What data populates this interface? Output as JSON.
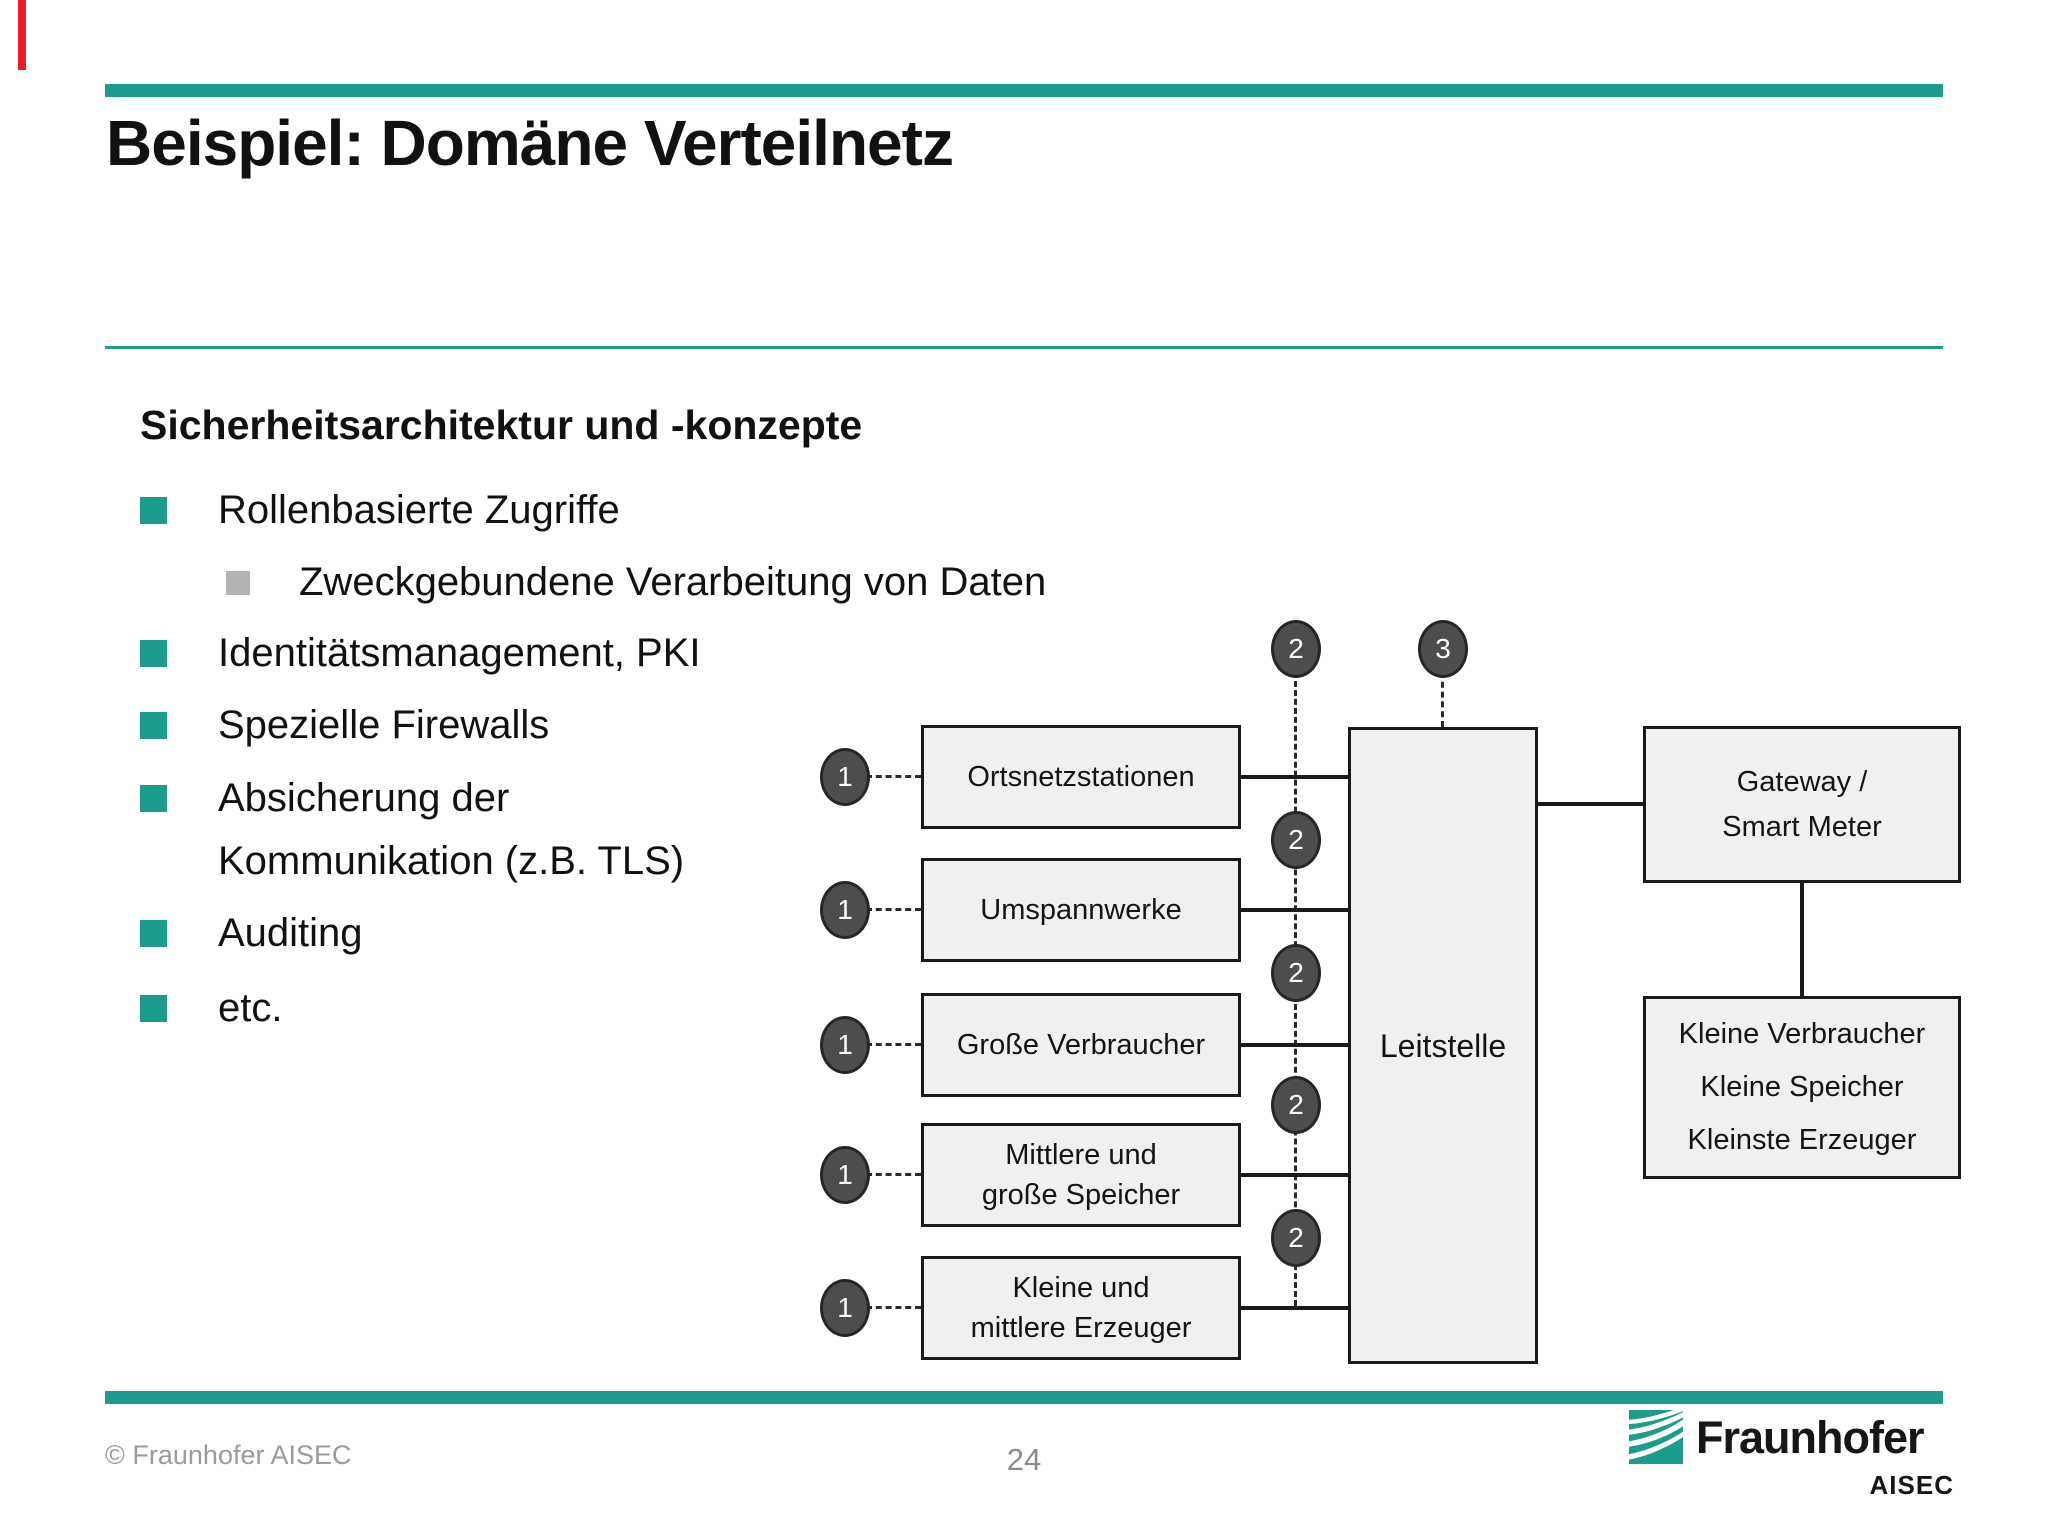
{
  "slide": {
    "title": "Beispiel: Domäne Verteilnetz",
    "footer": {
      "copyright": "© Fraunhofer AISEC",
      "page_number": "24",
      "logo_brand": "Fraunhofer",
      "logo_institute": "AISEC"
    }
  },
  "content": {
    "heading": "Sicherheitsarchitektur und -konzepte",
    "bullets": [
      {
        "level": 1,
        "text": "Rollenbasierte Zugriffe"
      },
      {
        "level": 2,
        "text": "Zweckgebundene Verarbeitung von Daten"
      },
      {
        "level": 1,
        "text": "Identitätsmanagement, PKI"
      },
      {
        "level": 1,
        "text": "Spezielle Firewalls"
      },
      {
        "level": 1,
        "text": "Absicherung der Kommunikation (z.B. TLS)"
      },
      {
        "level": 1,
        "text": "Auditing"
      },
      {
        "level": 1,
        "text": "etc."
      }
    ]
  },
  "diagram": {
    "source_nodes": [
      {
        "marker": "1",
        "lines": [
          "Ortsnetzstationen"
        ]
      },
      {
        "marker": "1",
        "lines": [
          "Umspannwerke"
        ]
      },
      {
        "marker": "1",
        "lines": [
          "Große Verbraucher"
        ]
      },
      {
        "marker": "1",
        "lines": [
          "Mittlere und",
          "große Speicher"
        ]
      },
      {
        "marker": "1",
        "lines": [
          "Kleine und",
          "mittlere Erzeuger"
        ]
      }
    ],
    "hub": {
      "label": "Leitstelle"
    },
    "gateway": {
      "lines": [
        "Gateway /",
        "Smart Meter"
      ]
    },
    "consumers": {
      "lines": [
        "Kleine Verbraucher",
        "Kleine Speicher",
        "Kleinste Erzeuger"
      ]
    },
    "markers": {
      "top_left": "2",
      "top_right": "3",
      "between": [
        "2",
        "2",
        "2",
        "2"
      ]
    }
  },
  "colors": {
    "accent_teal": "#1E9C8B",
    "sub_bullet_gray": "#B3B3B3",
    "node_fill": "#F0F0F0",
    "node_border": "#1A1A1A",
    "marker_fill": "#4D4D4D",
    "footer_text": "#9B9B9B",
    "red_marker": "#ED1C24"
  }
}
